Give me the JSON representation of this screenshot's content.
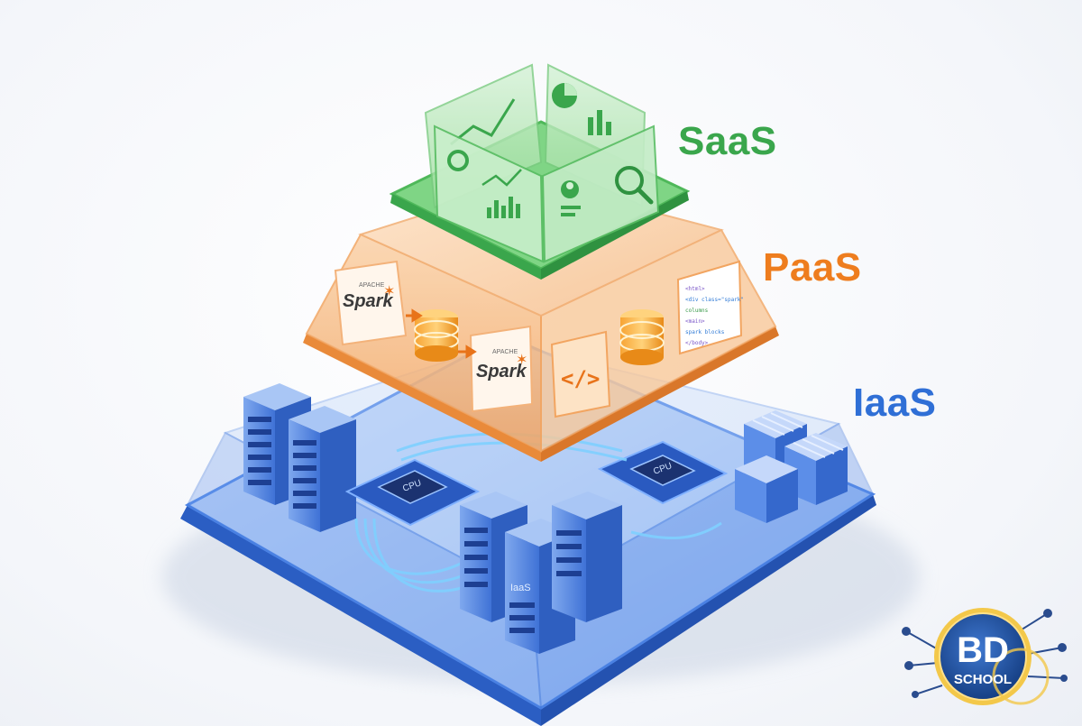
{
  "layers": {
    "saas": {
      "label": "SaaS",
      "color": "#3aa64c"
    },
    "paas": {
      "label": "PaaS",
      "color": "#ee7d1e"
    },
    "iaas": {
      "label": "IaaS",
      "color": "#2f6fd6"
    }
  },
  "paas_components": {
    "spark_top": "APACHE",
    "spark_word": "Spark",
    "code_symbol": "</>",
    "code_snippet": [
      "<html>",
      "<div class=\"spark\"",
      " columns",
      "<main>",
      " spark blocks",
      "</body>"
    ]
  },
  "iaas_components": {
    "cpu_label": "CPU",
    "rack_label": "IaaS"
  },
  "logo": {
    "line1": "BD",
    "line2": "SCHOOL",
    "ring_color": "#e8b22a",
    "inner_color": "#1d4f9c"
  }
}
